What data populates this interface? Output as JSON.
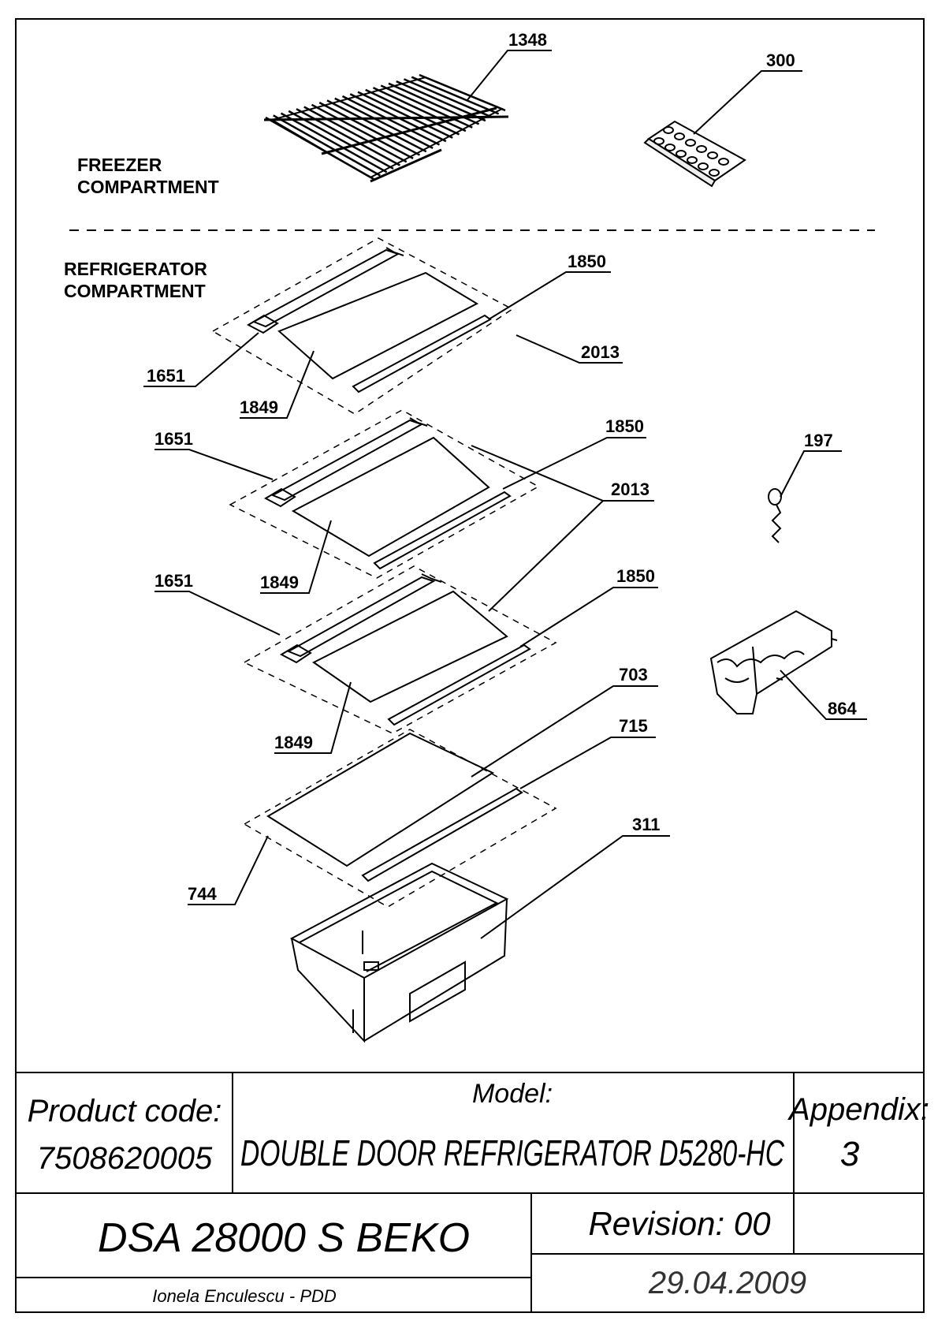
{
  "sections": {
    "freezer": [
      "FREEZER",
      "COMPARTMENT"
    ],
    "refrigerator": [
      "REFRIGERATOR",
      "COMPARTMENT"
    ]
  },
  "callouts": {
    "wire_shelf": "1348",
    "ice_tray": "300",
    "shelf1_rear_profile": "1651",
    "shelf1_front_profile": "1850",
    "shelf1_assembly": "2013",
    "shelf1_glass": "1849",
    "shelf2_rear_profile": "1651",
    "shelf2_front_profile": "1850",
    "shelf2_glass": "1849",
    "shelf2_assembly": "2013",
    "shelf3_rear_profile": "1651",
    "shelf3_front_profile": "1850",
    "shelf3_glass": "1849",
    "crisper_glass": "703",
    "crisper_profile": "715",
    "crisper_assembly": "744",
    "crisper_drawer": "311",
    "thermostat_knob": "197",
    "egg_holder": "864"
  },
  "title_block": {
    "product_code_label": "Product code:",
    "product_code": "7508620005",
    "model_label": "Model:",
    "model": "DOUBLE DOOR REFRIGERATOR D5280-HC",
    "appendix_label": "Appendix:",
    "appendix": "3",
    "part_name": "DSA 28000 S BEKO",
    "revision": "Revision: 00",
    "author": "Ionela Enculescu - PDD",
    "date": "29.04.2009"
  }
}
